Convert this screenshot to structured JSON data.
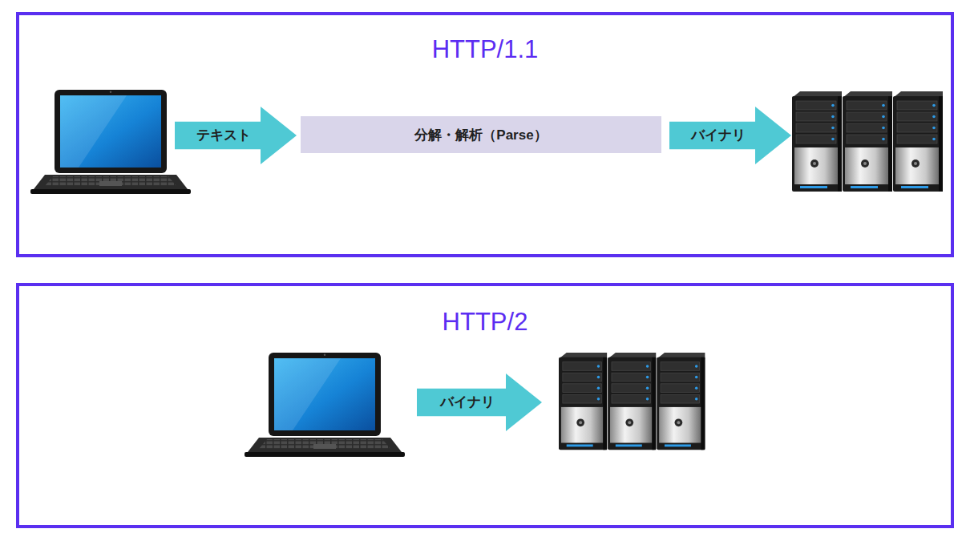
{
  "diagram": {
    "nodes": [
      {
        "text": [
          "HTTP/1.1"
        ]
      },
      {
        "text": [
          "テキスト"
        ],
        "in": 0
      },
      {
        "text": [
          "分解・解析（Parse）"
        ],
        "in": 0
      },
      {
        "text": [
          "バイナリ"
        ],
        "in": 0
      },
      {
        "text": [
          "HTTP/2"
        ]
      },
      {
        "text": [
          "バイナリ"
        ],
        "in": 4
      }
    ]
  }
}
